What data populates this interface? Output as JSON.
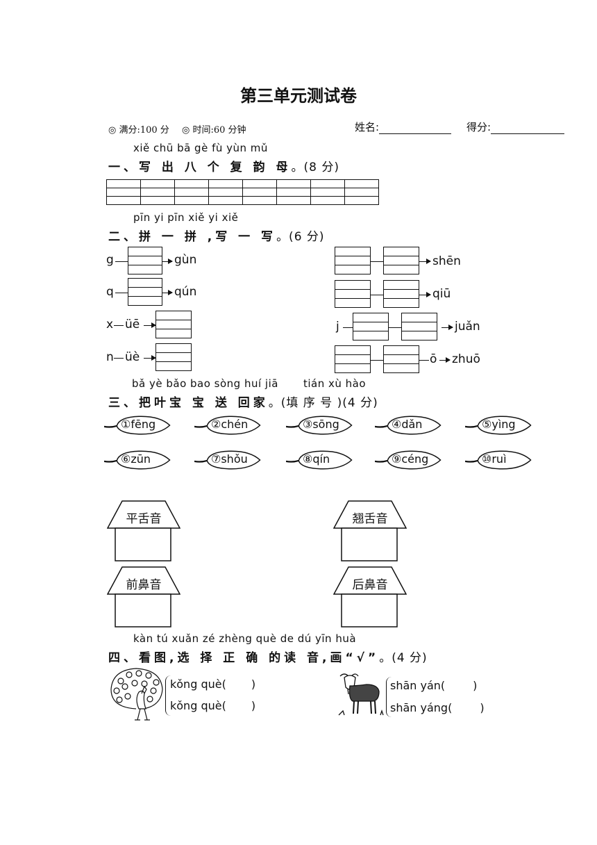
{
  "title": "第三单元测试卷",
  "info": {
    "full_score": "◎ 满分:100 分",
    "time": "◎ 时间:60 分钟",
    "name_label": "姓名:",
    "score_label": "得分:"
  },
  "sections": {
    "s1": {
      "pinyin": "xiě chū bā gè fù yùn mǔ",
      "heading": "一、写 出 八 个 复 韵 母",
      "score": "。(8 分)"
    },
    "s2": {
      "pinyin": "pīn yi pīn xiě yi xiě",
      "heading": "二、拼 一 拼 ,写 一 写",
      "score": "。(6 分)"
    },
    "s3": {
      "pinyin_a": "bǎ yè bǎo bao sòng huí jiā",
      "pinyin_b": "tián xù hào",
      "heading": "三、把叶宝 宝 送 回家",
      "score": "。(填 序 号 )(4 分)"
    },
    "s4": {
      "pinyin": "kàn tú xuǎn zé zhèng què de dú yīn huà",
      "heading": "四、看图,选 择 正 确 的读 音,画“√”",
      "score": "。(4 分)"
    }
  },
  "spelling": {
    "g": "g",
    "gun": "gùn",
    "q": "q",
    "qun": "qún",
    "x": "x",
    "ue_x": "üē",
    "n": "n",
    "ue_n": "üè",
    "shen": "shēn",
    "qiu": "qiū",
    "j": "j",
    "juan": "juǎn",
    "o": "ō",
    "zhuo": "zhuō"
  },
  "leaves": [
    {
      "num": "①",
      "syl": "fēng"
    },
    {
      "num": "②",
      "syl": "chén"
    },
    {
      "num": "③",
      "syl": "sōng"
    },
    {
      "num": "④",
      "syl": "dǎn"
    },
    {
      "num": "⑤",
      "syl": "yìng"
    },
    {
      "num": "⑥",
      "syl": "zūn"
    },
    {
      "num": "⑦",
      "syl": "shǒu"
    },
    {
      "num": "⑧",
      "syl": "qín"
    },
    {
      "num": "⑨",
      "syl": "céng"
    },
    {
      "num": "⑩",
      "syl": "ruì"
    }
  ],
  "houses": {
    "flat_tongue": "平舌音",
    "retroflex": "翘舌音",
    "front_nasal": "前鼻音",
    "back_nasal": "后鼻音"
  },
  "choices": {
    "peacock": [
      "kǒng què(",
      "kǒng què("
    ],
    "goat": [
      "shān yán(",
      "shān yáng("
    ],
    "close": ")"
  }
}
